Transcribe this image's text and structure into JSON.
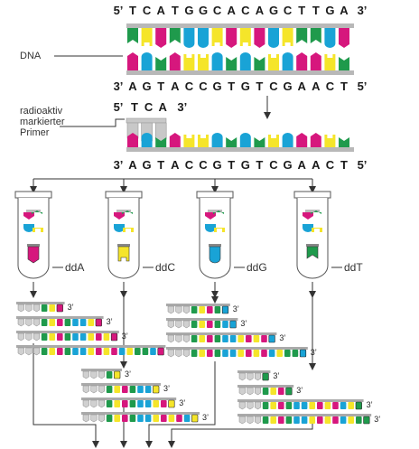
{
  "labels": {
    "dna": "DNA",
    "primer": "radioaktiv markierter Primer"
  },
  "strands": {
    "top_5prime": "5’",
    "top_3prime": "3’",
    "top_sequence": [
      "T",
      "C",
      "A",
      "T",
      "G",
      "G",
      "C",
      "A",
      "C",
      "A",
      "G",
      "C",
      "T",
      "T",
      "G",
      "A"
    ],
    "bottom_3prime": "3’",
    "bottom_5prime": "5’",
    "bottom_sequence": [
      "A",
      "G",
      "T",
      "A",
      "C",
      "C",
      "G",
      "T",
      "G",
      "T",
      "C",
      "G",
      "A",
      "A",
      "C",
      "T"
    ],
    "primer_5prime": "5’",
    "primer_3prime": "3’",
    "primer_sequence": [
      "T",
      "C",
      "A"
    ]
  },
  "tubes": [
    {
      "label": "ddA",
      "color": "#d6177d"
    },
    {
      "label": "ddC",
      "color": "#f5e52a"
    },
    {
      "label": "ddG",
      "color": "#19a3d6"
    },
    {
      "label": "ddT",
      "color": "#1f9a4c"
    }
  ],
  "fragment_end_label": "3’",
  "colors": {
    "A": "#d6177d",
    "C": "#f5e52a",
    "G": "#19a3d6",
    "T": "#1f9a4c",
    "primer": "#c8c8c8",
    "backbone": "#b8b8b8",
    "line": "#333333"
  }
}
